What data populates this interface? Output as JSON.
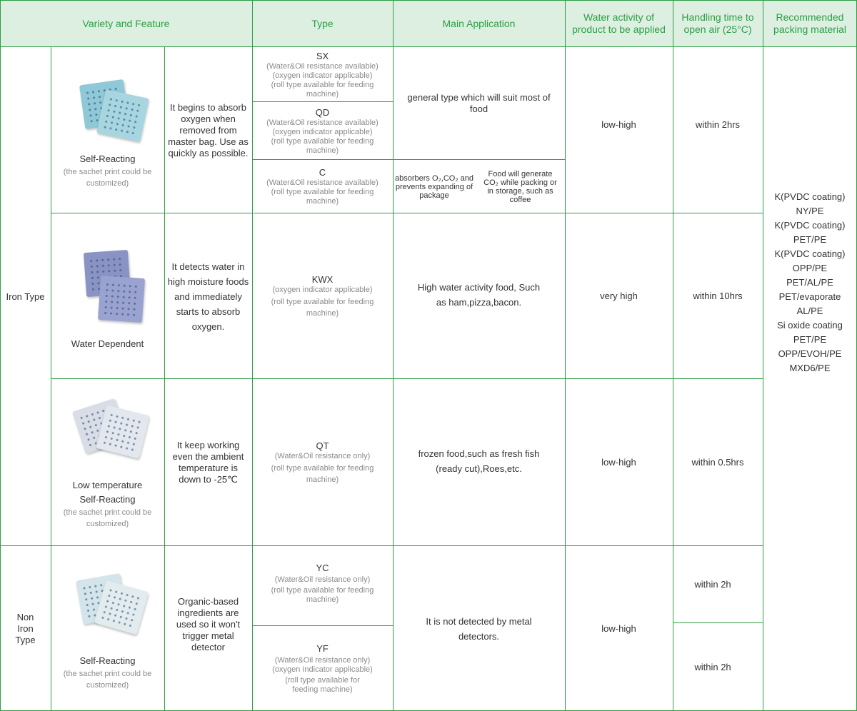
{
  "header": {
    "variety": "Variety and Feature",
    "type": "Type",
    "application": "Main Application",
    "water_activity": "Water activity of product to be applied",
    "handling_time": "Handling time to open air (25°C)",
    "packing": "Recommended packing material"
  },
  "groups": {
    "iron": "Iron Type",
    "non_iron": "Non Iron Type"
  },
  "rows": {
    "self_reacting": {
      "name": "Self-Reacting",
      "note": "(the sachet print could be customized)",
      "feature": "It begins to absorb oxygen when removed from master bag. Use as quickly as possible.",
      "types": [
        {
          "code": "SX",
          "l1": "(Water&Oil resistance available)",
          "l2": "(oxygen indicator applicable)",
          "l3": "(roll type available for feeding machine)"
        },
        {
          "code": "QD",
          "l1": "(Water&Oil resistance available)",
          "l2": "(oxygen indicator applicable)",
          "l3": "(roll type available for feeding machine)"
        },
        {
          "code": "C",
          "l1": "(Water&Oil resistance available)",
          "l2": "(roll type available for feeding machine)"
        }
      ],
      "app_general": "general type which will suit most of food",
      "app_c_left": "absorbers O₂,CO₂ and prevents expanding of package",
      "app_c_right": "Food will generate CO₂ while packing or in storage, such as coffee",
      "water": "low-high",
      "time": "within 2hrs"
    },
    "water_dependent": {
      "name": "Water Dependent",
      "feature": "It detects water in high moisture foods and immediately starts to absorb oxygen.",
      "code": "KWX",
      "l1": "(oxygen indicator applicable)",
      "l2": "(roll type available for feeding machine)",
      "app": "High water activity food, Such as ham,pizza,bacon.",
      "water": "very high",
      "time": "within 10hrs"
    },
    "low_temp": {
      "name1": "Low temperature",
      "name2": "Self-Reacting",
      "note": "(the sachet print could be customized)",
      "feature": "It keep working even the ambient temperature is down to -25℃",
      "code": "QT",
      "l1": "(Water&Oil resistance only)",
      "l2": "(roll type available for feeding machine)",
      "app": "frozen food,such as fresh fish (ready cut),Roes,etc.",
      "water": "low-high",
      "time": "within 0.5hrs"
    },
    "non_iron": {
      "name": "Self-Reacting",
      "note": "(the sachet print could be customized)",
      "feature": "Organic-based ingredients are used so it won't trigger metal detector",
      "types": [
        {
          "code": "YC",
          "l1": "(Water&Oil resistance only)",
          "l2": "(roll type available for feeding machine)"
        },
        {
          "code": "YF",
          "l1": "(Water&Oil resistance only)",
          "l2": "(oxygen Indicator applicable)",
          "l3": "(roll type available for feeding machine)"
        }
      ],
      "app": "It is not detected by metal detectors.",
      "water": "low-high",
      "times": [
        "within  2h",
        "within  2h"
      ]
    }
  },
  "packing_list": [
    "K(PVDC coating)",
    "NY/PE",
    "K(PVDC coating)",
    "PET/PE",
    "K(PVDC coating)",
    "OPP/PE",
    "PET/AL/PE",
    "PET/evaporate",
    "AL/PE",
    "Si oxide coating",
    "PET/PE",
    "OPP/EVOH/PE",
    "MXD6/PE"
  ],
  "colors": {
    "accent": "#2f9d45",
    "header_bg": "#dcefe1",
    "grid": "#2f9d45",
    "note_text": "#8a8a8a"
  }
}
